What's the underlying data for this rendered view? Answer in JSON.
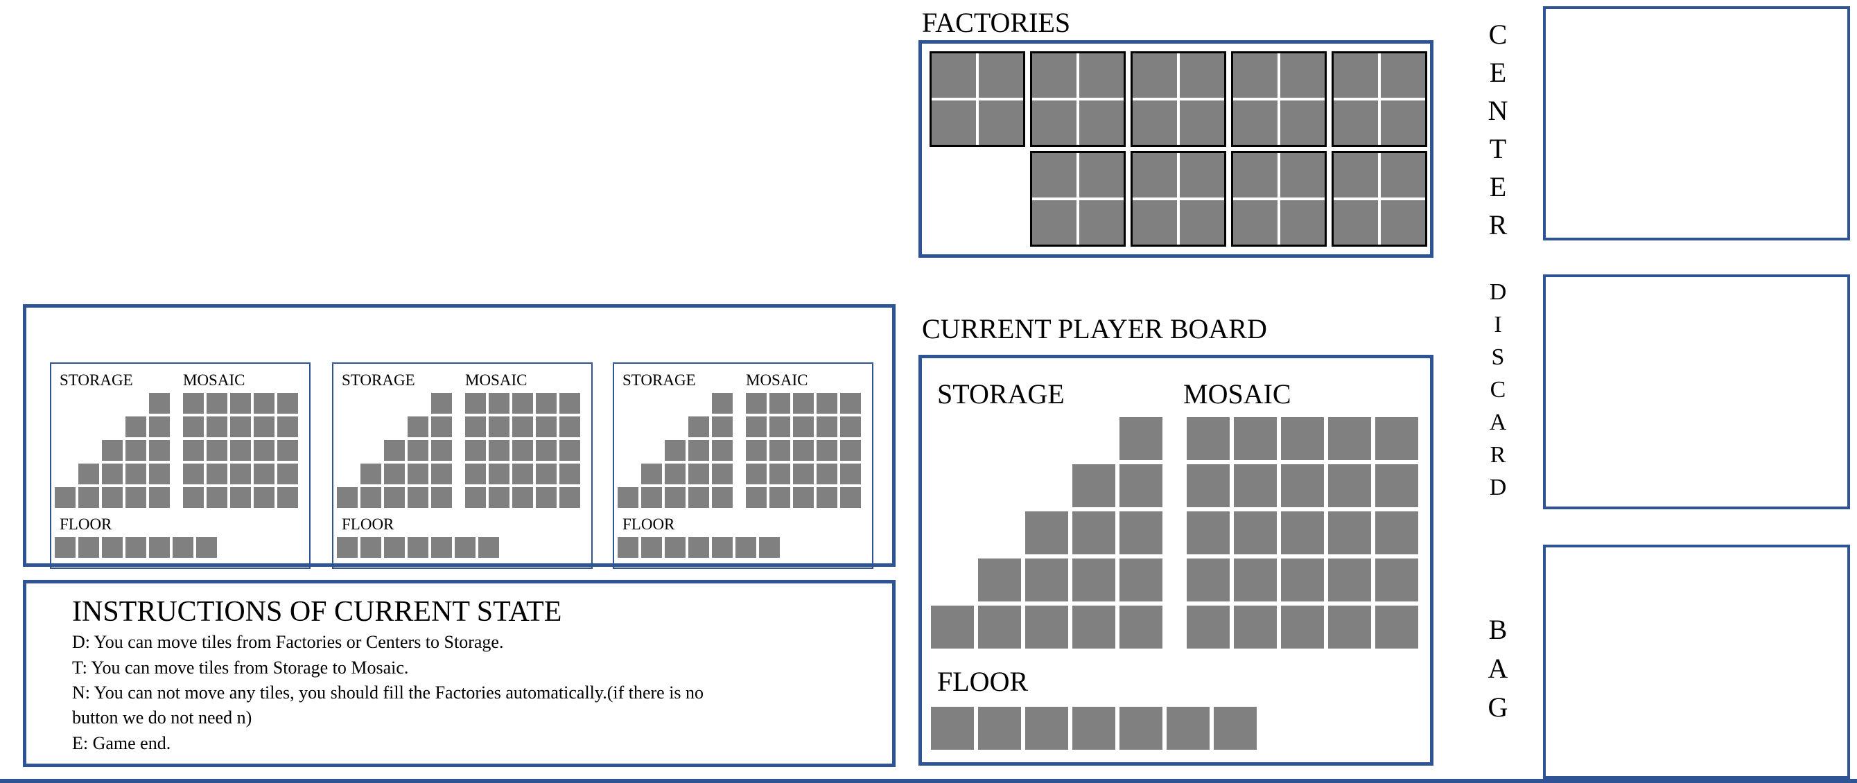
{
  "factories": {
    "title": "FACTORIES",
    "count": 9
  },
  "current_board": {
    "title": "CURRENT PLAYER BOARD",
    "storage_label": "STORAGE",
    "mosaic_label": "MOSAIC",
    "floor_label": "FLOOR",
    "floor_slots": 7
  },
  "other_boards": [
    {
      "storage_label": "STORAGE",
      "mosaic_label": "MOSAIC",
      "floor_label": "FLOOR"
    },
    {
      "storage_label": "STORAGE",
      "mosaic_label": "MOSAIC",
      "floor_label": "FLOOR"
    },
    {
      "storage_label": "STORAGE",
      "mosaic_label": "MOSAIC",
      "floor_label": "FLOOR"
    }
  ],
  "side_areas": {
    "center": "CENTER",
    "discard": "DISCARD",
    "bag": "BAG"
  },
  "instructions": {
    "title": "INSTRUCTIONS OF CURRENT STATE",
    "lines": [
      "D:  You can move tiles from Factories or Centers to Storage.",
      "T:   You can move tiles from Storage to Mosaic.",
      "N:  You can not move any tiles, you should fill the Factories automatically.(if there is no",
      "button we do not need n)",
      "E:   Game end."
    ]
  },
  "colors": {
    "border": "#2f5496",
    "tile": "#808080",
    "factory_border": "#000000"
  }
}
